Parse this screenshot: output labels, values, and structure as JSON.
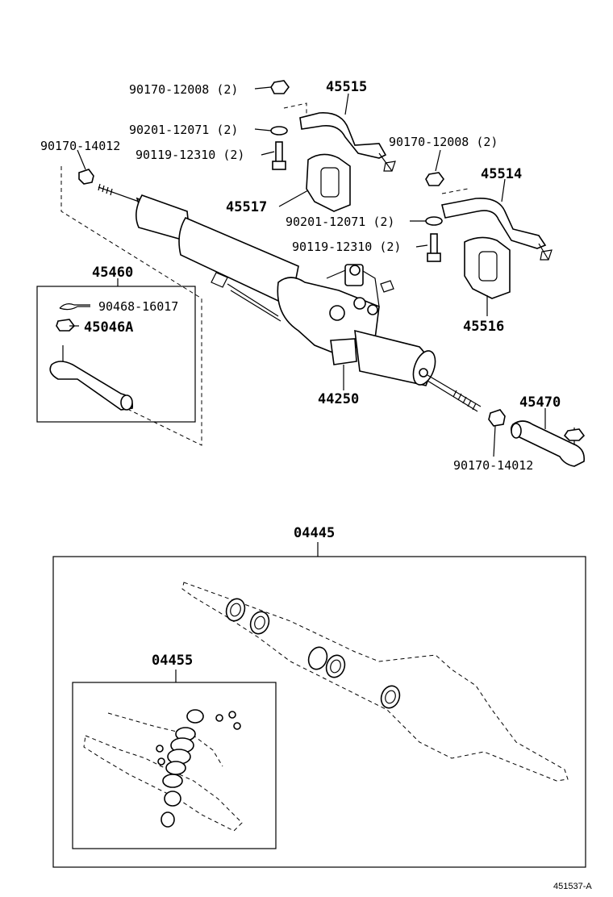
{
  "labels": {
    "p_90170_12008_a": "90170-12008 (2)",
    "p_45515": "45515",
    "p_90201_12071_a": "90201-12071 (2)",
    "p_90170_14012_a": "90170-14012",
    "p_90119_12310_a": "90119-12310 (2)",
    "p_90170_12008_b": "90170-12008 (2)",
    "p_45514": "45514",
    "p_45517": "45517",
    "p_90201_12071_b": "90201-12071 (2)",
    "p_90119_12310_b": "90119-12310 (2)",
    "p_45460": "45460",
    "p_90468_16017": "90468-16017",
    "p_45046A": "45046A",
    "p_45516": "45516",
    "p_44250": "44250",
    "p_45470": "45470",
    "p_90170_14012_b": "90170-14012",
    "p_04445": "04445",
    "p_04455": "04455",
    "ref": "451537-A"
  },
  "colors": {
    "line": "#000000",
    "background": "#ffffff"
  }
}
